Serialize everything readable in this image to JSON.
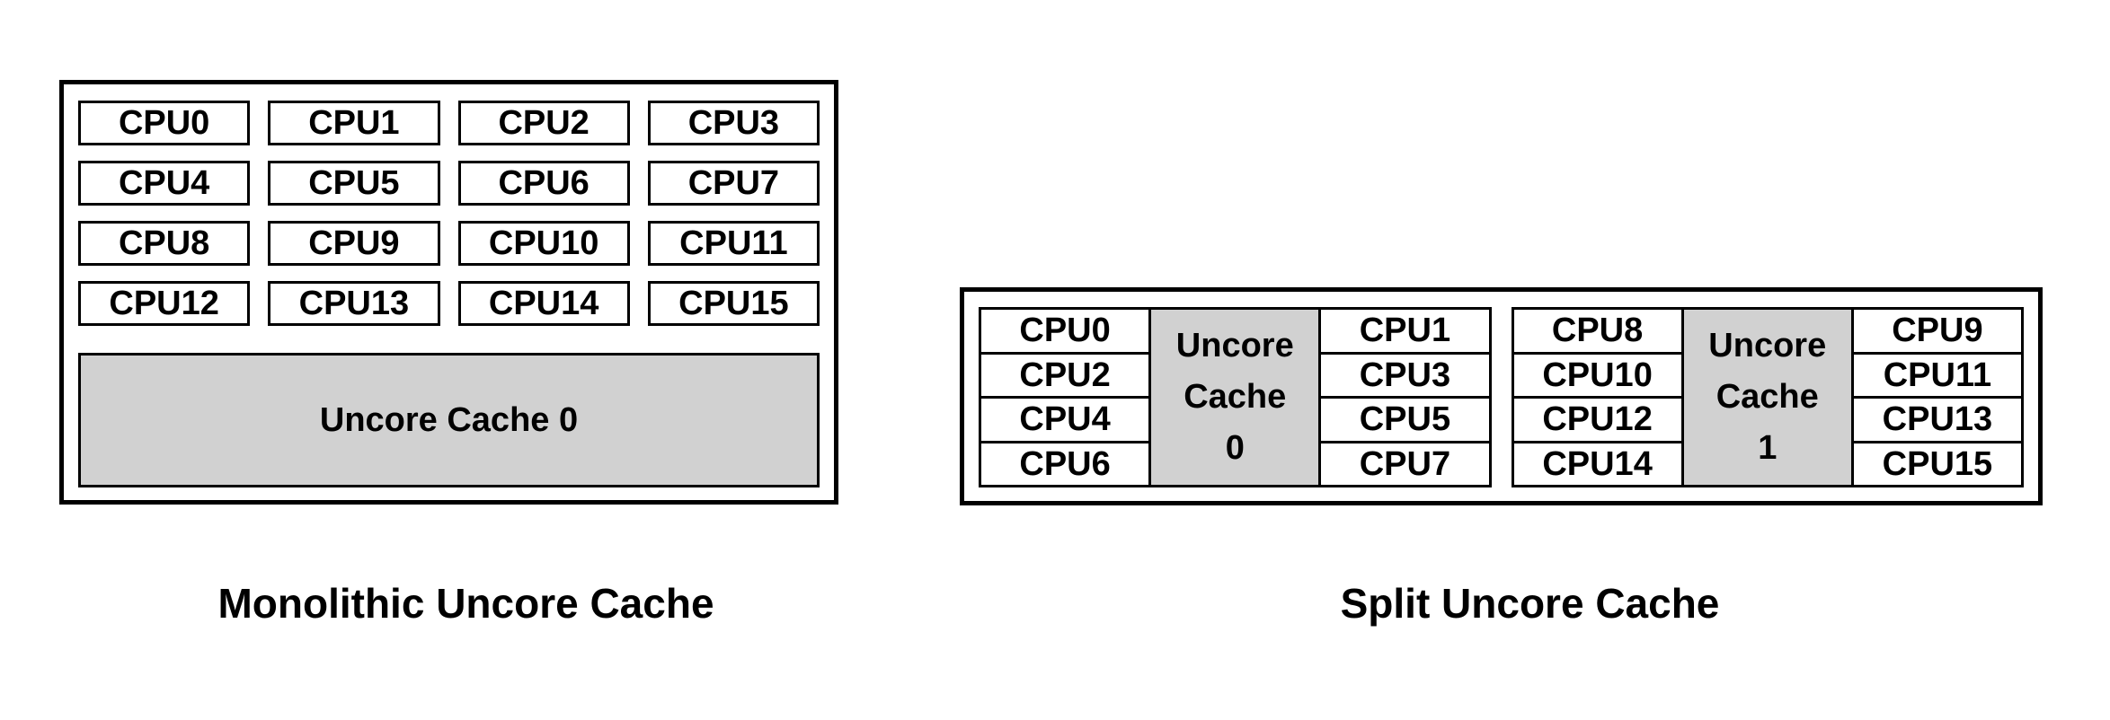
{
  "monolithic": {
    "caption": "Monolithic Uncore Cache",
    "cache_label": "Uncore Cache 0",
    "cpus": [
      "CPU0",
      "CPU1",
      "CPU2",
      "CPU3",
      "CPU4",
      "CPU5",
      "CPU6",
      "CPU7",
      "CPU8",
      "CPU9",
      "CPU10",
      "CPU11",
      "CPU12",
      "CPU13",
      "CPU14",
      "CPU15"
    ]
  },
  "split": {
    "caption": "Split Uncore Cache",
    "clusters": [
      {
        "left_cpus": [
          "CPU0",
          "CPU2",
          "CPU4",
          "CPU6"
        ],
        "cache_lines": [
          "Uncore",
          "Cache",
          "0"
        ],
        "right_cpus": [
          "CPU1",
          "CPU3",
          "CPU5",
          "CPU7"
        ]
      },
      {
        "left_cpus": [
          "CPU8",
          "CPU10",
          "CPU12",
          "CPU14"
        ],
        "cache_lines": [
          "Uncore",
          "Cache",
          "1"
        ],
        "right_cpus": [
          "CPU9",
          "CPU11",
          "CPU13",
          "CPU15"
        ]
      }
    ]
  },
  "colors": {
    "border": "#000000",
    "cache_fill": "#d1d1d1",
    "background": "#ffffff",
    "text": "#000000"
  }
}
